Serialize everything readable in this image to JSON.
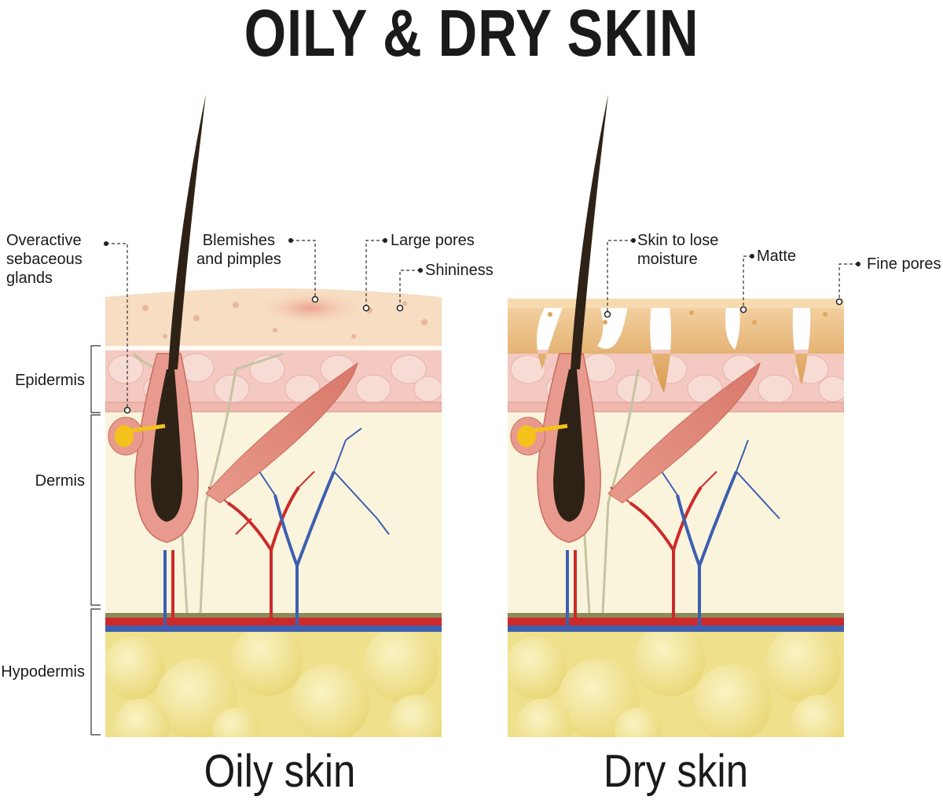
{
  "title": "OILY & DRY SKIN",
  "panels": {
    "oily": {
      "caption": "Oily skin",
      "labels": {
        "overactive_sebaceous_glands": "Overactive\nsebaceous\nglands",
        "blemishes_and_pimples": "Blemishes\nand pimples",
        "large_pores": "Large pores",
        "shininess": "Shininess"
      }
    },
    "dry": {
      "caption": "Dry skin",
      "labels": {
        "skin_to_lose_moisture": "Skin to lose\nmoisture",
        "matte": "Matte",
        "fine_pores": "Fine pores"
      }
    }
  },
  "layers": {
    "epidermis": "Epidermis",
    "dermis": "Dermis",
    "hypodermis": "Hypodermis"
  },
  "colors": {
    "surface_oily": "#f7ddc2",
    "surface_dry": "#f5d5a8",
    "epidermis": "#f3c9c1",
    "dermis": "#fbf4dc",
    "hypodermis": "#f2e598",
    "hair": "#2e2216",
    "follicle": "#e99a8e",
    "artery": "#cc2a2a",
    "vein": "#3d5fb0",
    "sebum": "#f4c21a"
  }
}
